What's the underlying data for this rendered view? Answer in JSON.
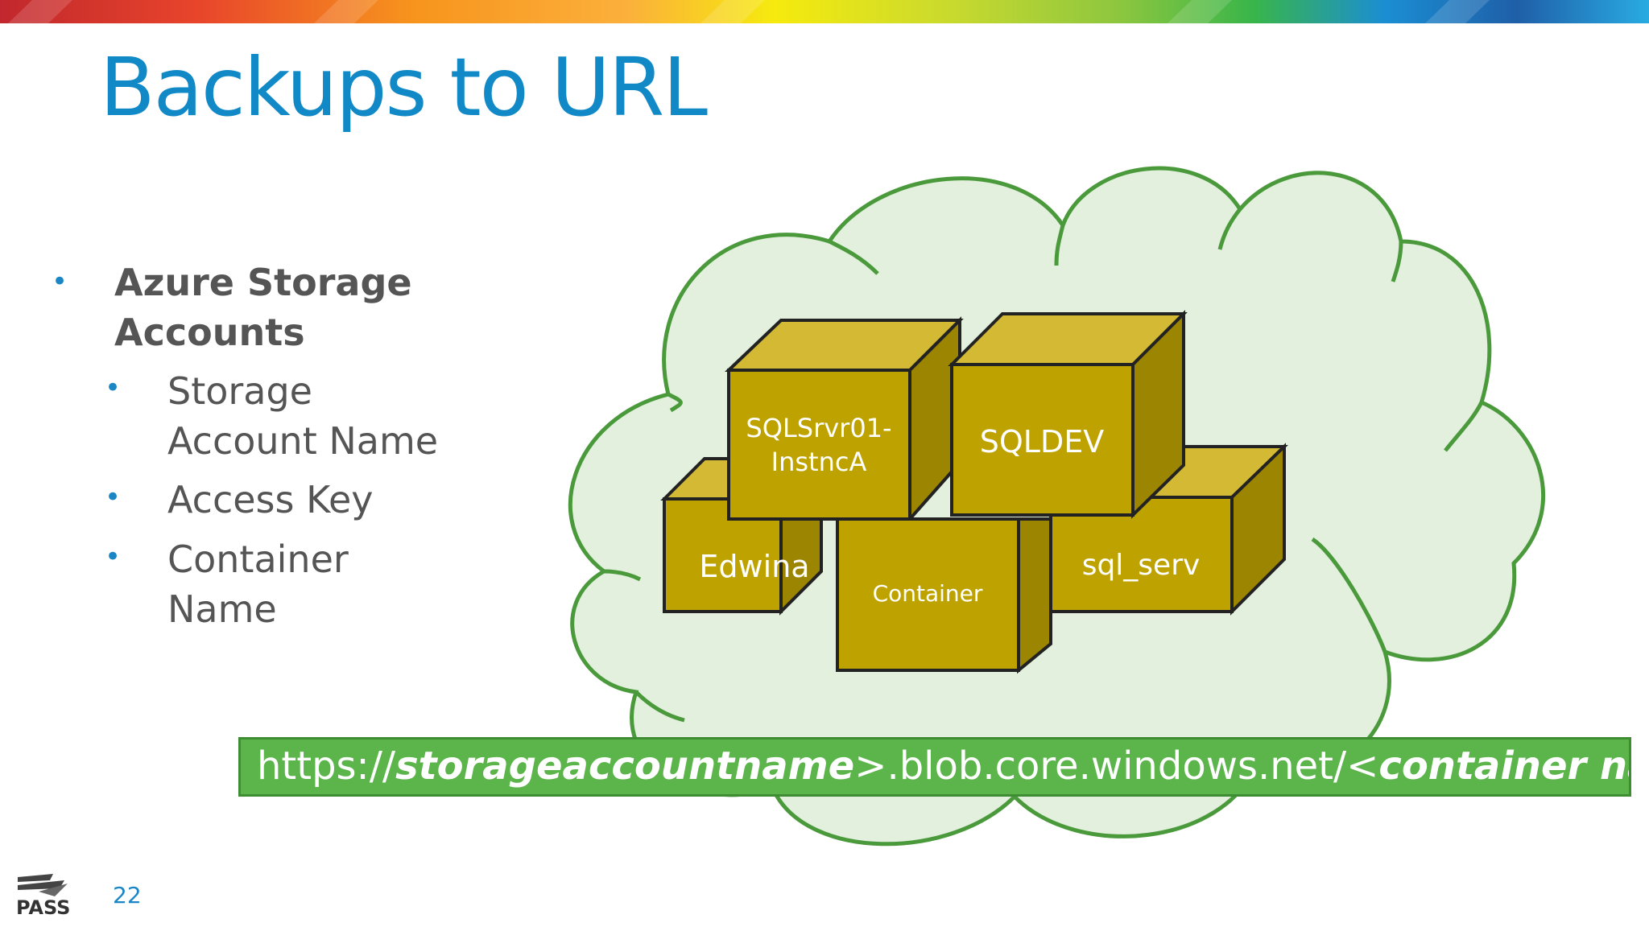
{
  "slide": {
    "title": "Backups to URL",
    "page_number": "22",
    "logo_text": "PASS"
  },
  "bullets": {
    "main": "Azure Storage Accounts",
    "main_line1": "Azure Storage",
    "main_line2": "Accounts",
    "sub": [
      {
        "line1": "Storage",
        "line2": "Account Name"
      },
      {
        "line1": "Access Key",
        "line2": ""
      },
      {
        "line1": "Container",
        "line2": "Name"
      }
    ]
  },
  "diagram": {
    "boxes": {
      "sqlsrvr_line1": "SQLSrvr01-",
      "sqlsrvr_line2": "InstncA",
      "sqldev": "SQLDEV",
      "edwina": "Edwina",
      "container": "Container",
      "sql_serv": "sql_serv"
    }
  },
  "url": {
    "prefix": "https://",
    "account": "storageaccountname",
    "middle": ">.blob.core.windows.net/<",
    "container": "container name",
    "suffix": ">"
  },
  "colors": {
    "title": "#1289c7",
    "cloud_fill": "#e2f0dd",
    "cloud_stroke": "#4a9a3c",
    "box_front": "#bea300",
    "box_top": "#d3b934",
    "box_side": "#9c8500",
    "url_bg": "#5bb54a"
  }
}
